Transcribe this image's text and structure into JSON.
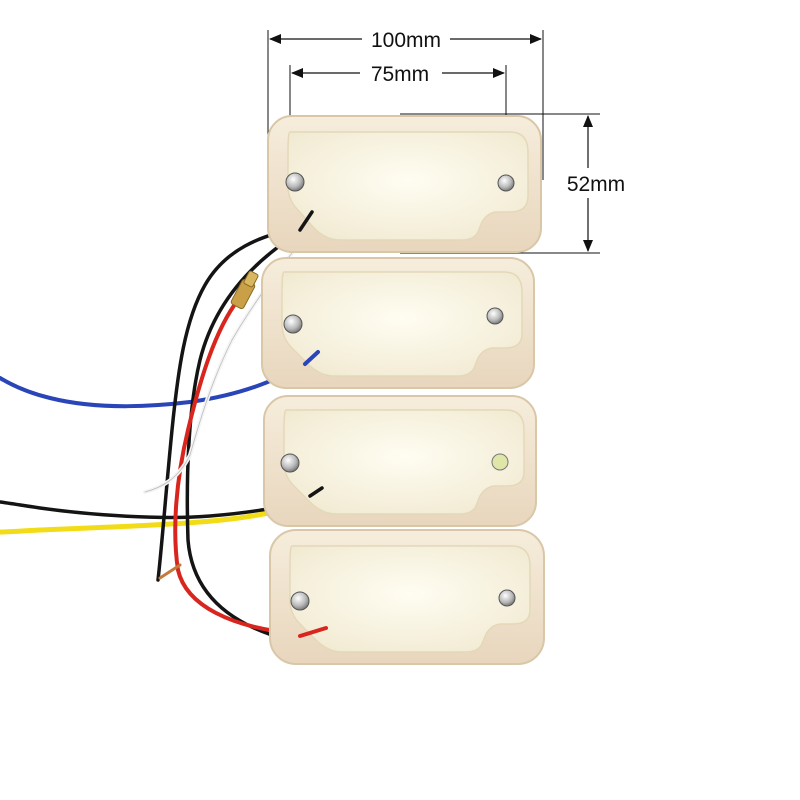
{
  "dimensions": {
    "outer_width": "100mm",
    "hole_spacing": "75mm",
    "height": "52mm"
  },
  "colors": {
    "housing": "#f3ead6",
    "lens": "#fbf7e6",
    "wire_black": "#141414",
    "wire_red": "#d8261e",
    "wire_blue": "#2a45b8",
    "wire_yellow": "#f2dc18",
    "wire_white": "#f4f4f4",
    "terminal_brass": "#c9a048"
  },
  "lights": [
    {
      "name": "marker-light-1"
    },
    {
      "name": "marker-light-2"
    },
    {
      "name": "marker-light-3"
    },
    {
      "name": "marker-light-4"
    }
  ]
}
